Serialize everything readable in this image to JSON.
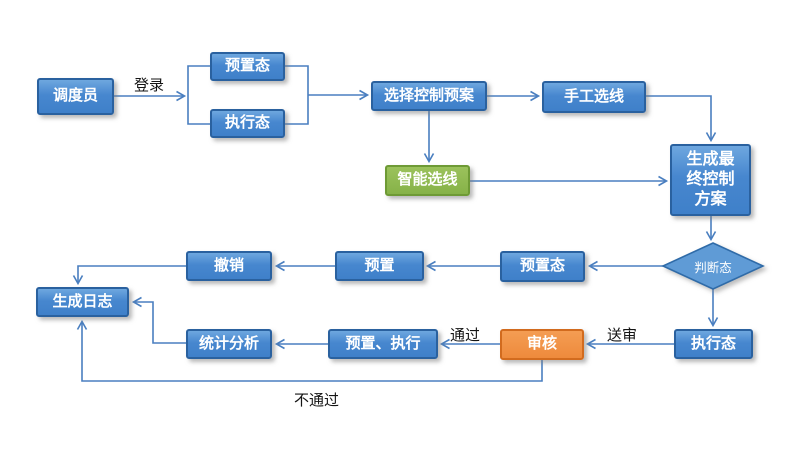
{
  "diagram": {
    "title": "dispatch-control-flowchart",
    "nodes": {
      "dispatcher": {
        "label": "调度员",
        "type": "process"
      },
      "preset_state_top": {
        "label": "预置态",
        "type": "process"
      },
      "exec_state_top": {
        "label": "执行态",
        "type": "process"
      },
      "select_plan": {
        "label": "选择控制预案",
        "type": "process"
      },
      "manual_select": {
        "label": "手工选线",
        "type": "process"
      },
      "final_plan": {
        "label": "生成最终控制方案",
        "type": "process"
      },
      "smart_select": {
        "label": "智能选线",
        "type": "process"
      },
      "decision": {
        "label": "判断态",
        "type": "decision"
      },
      "preset_state_mid": {
        "label": "预置态",
        "type": "process"
      },
      "preset": {
        "label": "预置",
        "type": "process"
      },
      "revoke": {
        "label": "撤销",
        "type": "process"
      },
      "gen_log": {
        "label": "生成日志",
        "type": "process"
      },
      "stats": {
        "label": "统计分析",
        "type": "process"
      },
      "preset_exec": {
        "label": "预置、执行",
        "type": "process"
      },
      "audit": {
        "label": "审核",
        "type": "process"
      },
      "exec_state_bottom": {
        "label": "执行态",
        "type": "process"
      }
    },
    "edge_labels": {
      "login": "登录",
      "pass": "通过",
      "submit_review": "送审",
      "reject": "不通过"
    },
    "colors": {
      "process_fill": "#4787cf",
      "process_border": "#2a619f",
      "decision_fill": "#5f9bd6",
      "decision_border": "#2f6ba8",
      "smart_fill": "#8fba52",
      "smart_border": "#6e9a35",
      "audit_fill": "#f0914a",
      "audit_border": "#d26b1e",
      "connector": "#4a7fc0",
      "node_text": "#ffffff",
      "label_text": "#141414",
      "background": "#ffffff"
    }
  }
}
